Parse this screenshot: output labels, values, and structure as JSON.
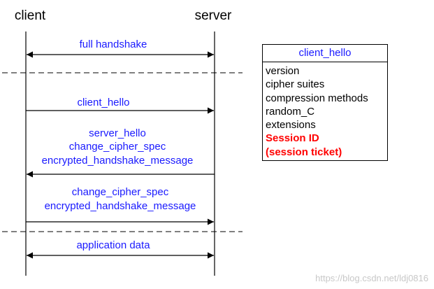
{
  "colors": {
    "message_text": "#1a1aff",
    "highlight_text": "#ff0000",
    "line": "#000000",
    "watermark": "#c8c8c8"
  },
  "endpoints": {
    "client": "client",
    "server": "server"
  },
  "messages": [
    {
      "id": "full-handshake",
      "lines": [
        "full handshake"
      ],
      "direction": "both"
    },
    {
      "id": "client-hello",
      "lines": [
        "client_hello"
      ],
      "direction": "to-server"
    },
    {
      "id": "server-hello",
      "lines": [
        "server_hello",
        "change_cipher_spec",
        "encrypted_handshake_message"
      ],
      "direction": "to-client"
    },
    {
      "id": "change-cipher-spec",
      "lines": [
        "change_cipher_spec",
        "encrypted_handshake_message"
      ],
      "direction": "to-server"
    },
    {
      "id": "application-data",
      "lines": [
        "application data"
      ],
      "direction": "both"
    }
  ],
  "client_hello_box": {
    "title": "client_hello",
    "fields": [
      {
        "label": "version",
        "highlight": false
      },
      {
        "label": "cipher suites",
        "highlight": false
      },
      {
        "label": "compression methods",
        "highlight": false
      },
      {
        "label": "random_C",
        "highlight": false
      },
      {
        "label": "extensions",
        "highlight": false
      },
      {
        "label": "Session ID",
        "highlight": true
      },
      {
        "label": "(session ticket)",
        "highlight": true
      }
    ]
  },
  "watermark": "https://blog.csdn.net/ldj0816"
}
